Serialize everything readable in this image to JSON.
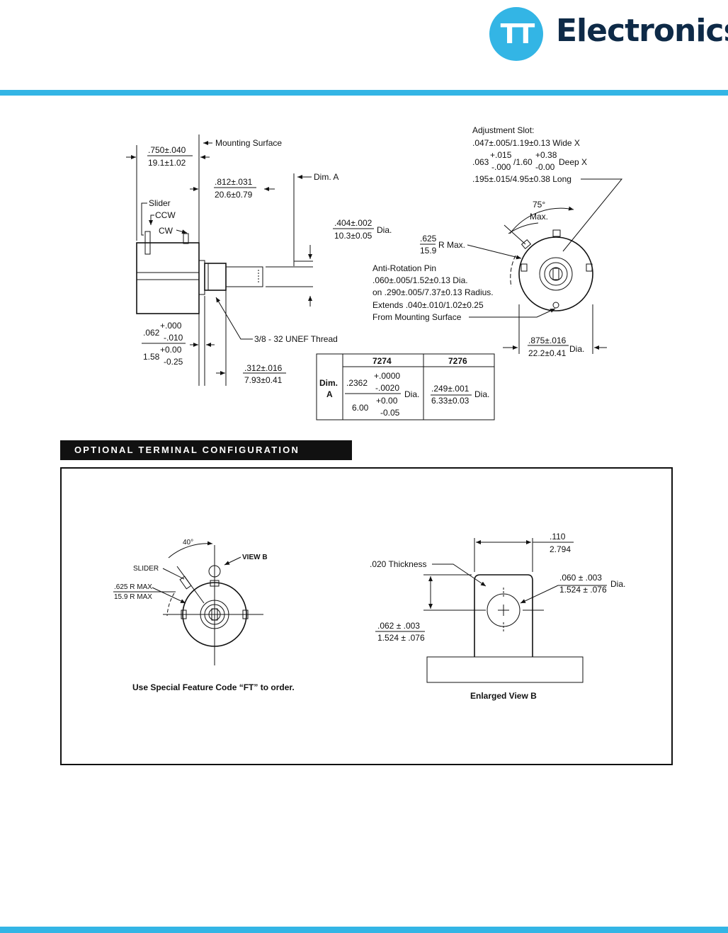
{
  "brand": {
    "logo_mark": "TT",
    "name": "Electronics",
    "accent": "#33b5e5",
    "name_color": "#0e2a47"
  },
  "side_view": {
    "dim_750": ".750±.040",
    "dim_191": "19.1±1.02",
    "mounting_surface": "Mounting Surface",
    "dim_812": ".812±.031",
    "dim_206": "20.6±0.79",
    "dim_a": "Dim. A",
    "slider": "Slider",
    "ccw": "CCW",
    "cw": "CW",
    "dim_404": ".404±.002",
    "dim_103": "10.3±0.05",
    "dia": "Dia.",
    "dim_062": ".062",
    "tol_p000": "+.000",
    "tol_m010": "-.010",
    "dim_158": "1.58",
    "tol_p000b": "+0.00",
    "tol_m025": "-0.25",
    "thread": "3/8 - 32 UNEF Thread",
    "dim_312": ".312±.016",
    "dim_793": "7.93±0.41"
  },
  "front_view": {
    "adj_slot": "Adjustment Slot:",
    "adj_line1": ".047±.005/1.19±0.13 Wide X",
    "adj_063": ".063",
    "adj_p015": "+.015",
    "adj_m000": "-.000",
    "adj_160": "/1.60",
    "adj_p038": "+0.38",
    "adj_m000b": "-0.00",
    "adj_deep": "Deep X",
    "adj_line3": ".195±.015/4.95±0.38 Long",
    "angle": "75°",
    "max": "Max.",
    "r_625": ".625",
    "r_159": "15.9",
    "r_max": "R Max.",
    "pin_1": "Anti-Rotation Pin",
    "pin_2": ".060±.005/1.52±0.13 Dia.",
    "pin_3": "on .290±.005/7.37±0.13 Radius.",
    "pin_4": "Extends .040±.010/1.02±0.25",
    "pin_5": "From Mounting Surface",
    "dim_875": ".875±.016",
    "dim_222": "22.2±0.41",
    "dia": "Dia."
  },
  "dim_table": {
    "col1": "7274",
    "col2": "7276",
    "row_label_1": "Dim.",
    "row_label_2": "A",
    "v_2362": ".2362",
    "v_p0000": "+.0000",
    "v_m0020": "-.0020",
    "v_600": "6.00",
    "v_p000": "+0.00",
    "v_m005": "-0.05",
    "dia": "Dia.",
    "v_249": ".249±.001",
    "v_633": "6.33±0.03"
  },
  "section_title": "OPTIONAL TERMINAL CONFIGURATION",
  "option_left": {
    "angle": "40°",
    "view_b": "VIEW B",
    "slider": "SLIDER",
    "r1": ".625 R MAX",
    "r2": "15.9 R MAX",
    "caption": "Use Special Feature Code “FT” to order."
  },
  "option_right": {
    "w_110": ".110",
    "w_2794": "2.794",
    "thickness": ".020 Thickness",
    "hole_1": ".060 ± .003",
    "hole_2": "1.524 ± .076",
    "dia": "Dia.",
    "h_1": ".062 ± .003",
    "h_2": "1.524 ± .076",
    "caption": "Enlarged View B"
  }
}
